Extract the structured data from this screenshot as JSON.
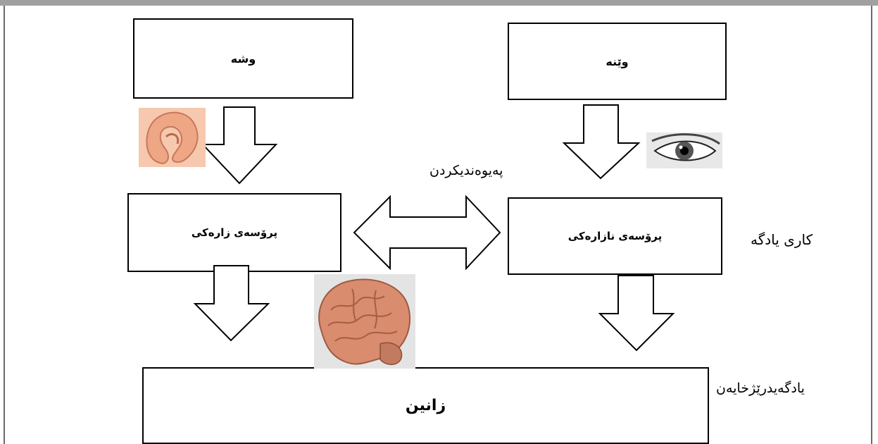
{
  "boxes": {
    "word": "وشه",
    "picture": "وێنه",
    "verbal_process": "پرۆسەی زارەکی",
    "nonverbal_process": "پرۆسەی نازارەکی",
    "knowledge": "زانین"
  },
  "labels": {
    "association": "پەیوەندیکردن",
    "working_memory": "کاری یادگە",
    "long_term_memory": "یادگەیدرێژخایەن"
  },
  "icons": {
    "ear": "ear-icon",
    "eye": "eye-icon",
    "brain": "brain-icon"
  },
  "colors": {
    "stroke": "#000000",
    "frame": "#6b6b6b",
    "skin": "#f0b090",
    "brain": "#d98c6e"
  }
}
